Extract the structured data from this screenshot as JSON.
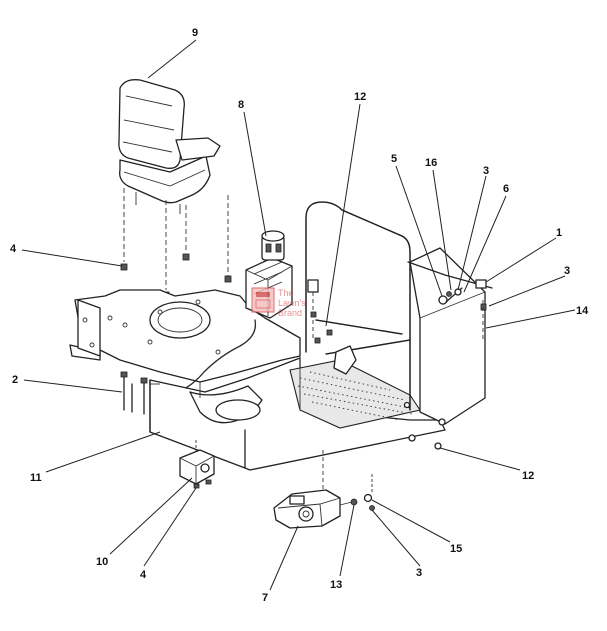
{
  "callouts": {
    "c9": "9",
    "c8": "8",
    "c12_top": "12",
    "c5": "5",
    "c16": "16",
    "c3_top": "3",
    "c6": "6",
    "c1": "1",
    "c3_right": "3",
    "c14": "14",
    "c4_left": "4",
    "c2": "2",
    "c11": "11",
    "c12_bottom": "12",
    "c10": "10",
    "c4_bottom": "4",
    "c7": "7",
    "c13": "13",
    "c3_bottom": "3",
    "c15": "15"
  },
  "watermark": {
    "line1": "The",
    "line2": "Lawn's",
    "line3": "Brand"
  },
  "colors": {
    "line": "#222222",
    "watermark": "#d24a4a"
  }
}
